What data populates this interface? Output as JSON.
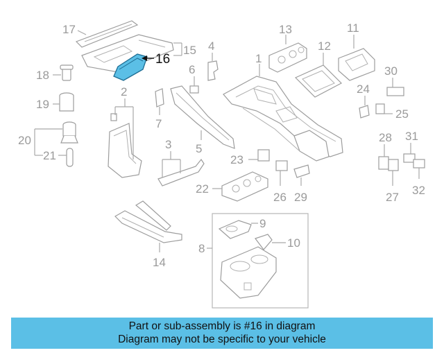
{
  "callouts": {
    "c1": "1",
    "c2": "2",
    "c3": "3",
    "c4": "4",
    "c5": "5",
    "c6": "6",
    "c7": "7",
    "c8": "8",
    "c9": "9",
    "c10": "10",
    "c11": "11",
    "c12": "12",
    "c13": "13",
    "c14": "14",
    "c15": "15",
    "c16": "16",
    "c17": "17",
    "c18": "18",
    "c19": "19",
    "c20": "20",
    "c21": "21",
    "c22": "22",
    "c23": "23",
    "c24": "24",
    "c25": "25",
    "c26": "26",
    "c27": "27",
    "c28": "28",
    "c29": "29",
    "c30": "30",
    "c31": "31",
    "c32": "32"
  },
  "banner": {
    "line1": "Part or sub-assembly is #16 in diagram",
    "line2": "Diagram may not be specific to your vehicle"
  },
  "colors": {
    "highlight": "#5bbfe6",
    "banner_bg": "#5bbfe6",
    "line": "#a8a8a8"
  }
}
